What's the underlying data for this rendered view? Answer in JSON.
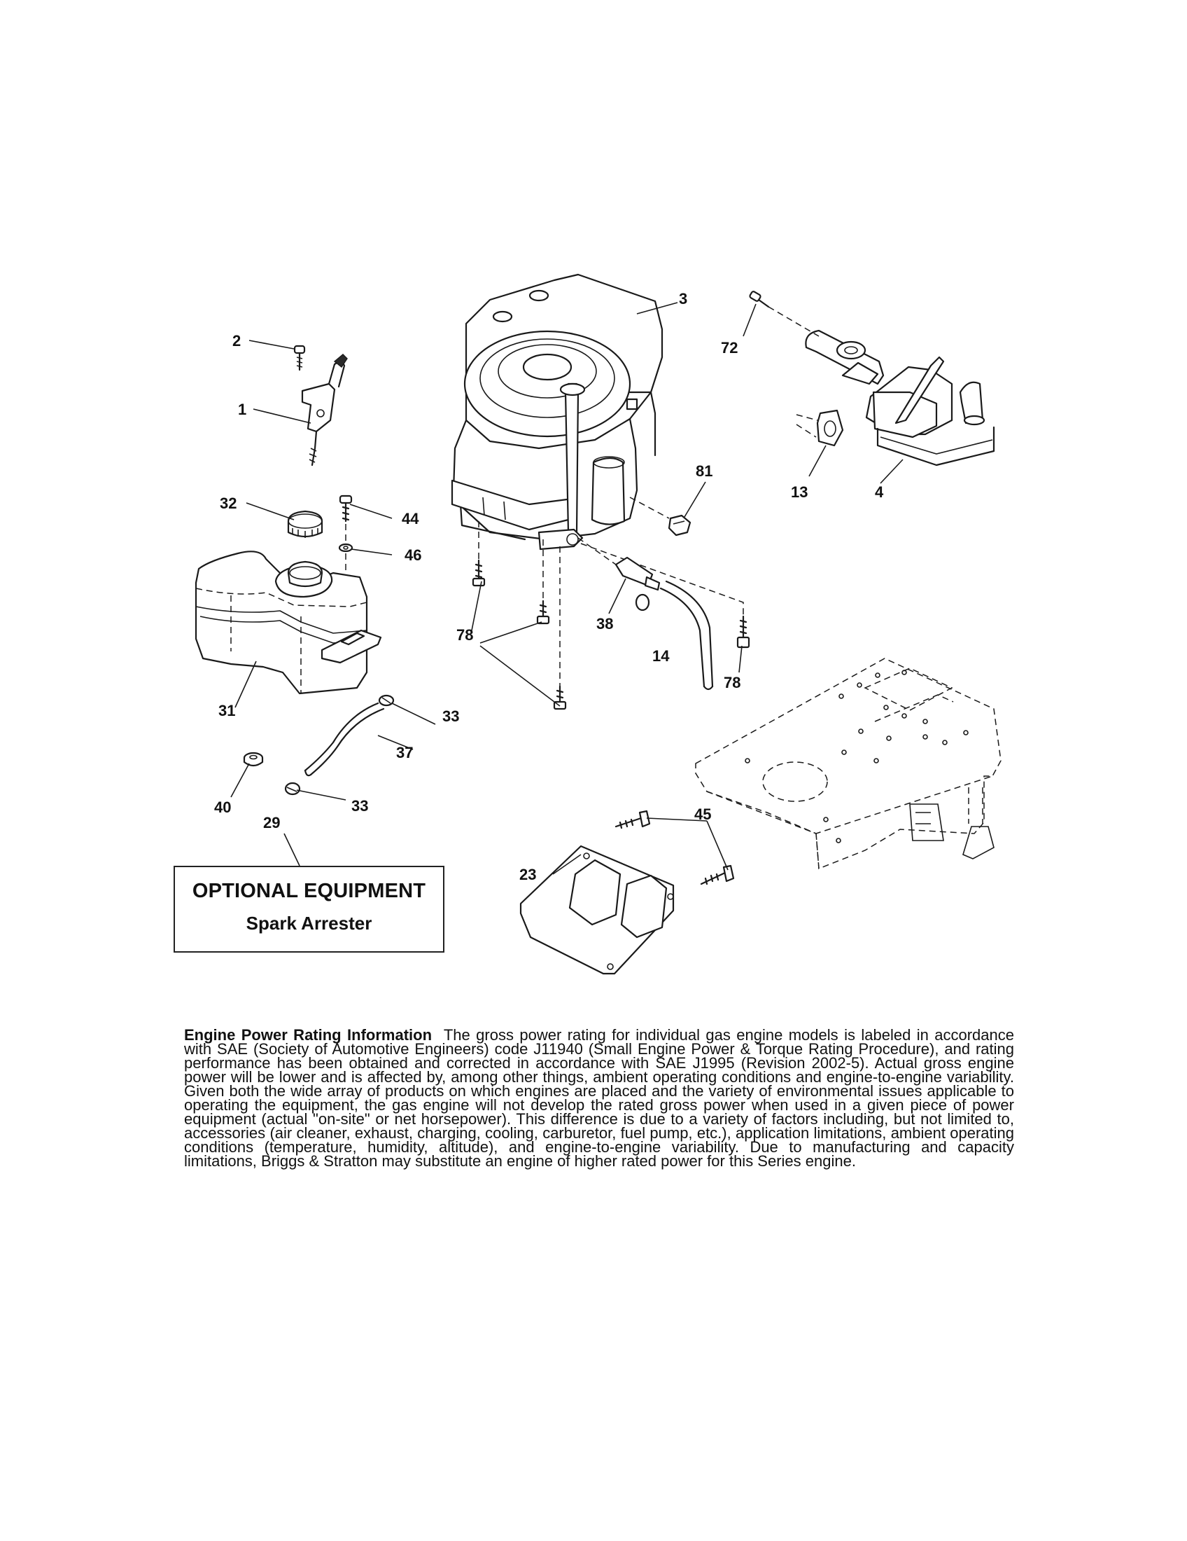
{
  "callouts": {
    "c1": "1",
    "c2": "2",
    "c3": "3",
    "c4": "4",
    "c13": "13",
    "c14": "14",
    "c23": "23",
    "c29": "29",
    "c31": "31",
    "c32": "32",
    "c33a": "33",
    "c33b": "33",
    "c37": "37",
    "c38": "38",
    "c40": "40",
    "c44": "44",
    "c45": "45",
    "c46": "46",
    "c72": "72",
    "c78a": "78",
    "c78b": "78",
    "c81": "81"
  },
  "optional_equipment": {
    "title": "OPTIONAL EQUIPMENT",
    "item": "Spark Arrester"
  },
  "rating_note": {
    "title": "Engine Power Rating Information",
    "body": "The gross power rating for individual gas engine models is labeled in accordance with SAE (Society of Automotive Engineers) code J11940 (Small Engine Power & Torque Rating Procedure), and rating performance has been obtained and corrected in accordance with SAE J1995 (Revision 2002-5). Actual gross engine power will be lower and is affected by, among other things, ambient operating conditions and engine-to-engine variability. Given both the wide array of products on which engines are placed and the variety of environmental issues applicable to operating the equipment, the gas engine will not develop the rated gross power when used in a given piece of power equipment (actual \"on-site\" or net horsepower). This difference is due to a variety of factors including, but not limited to, accessories (air cleaner, exhaust, charging, cooling, carburetor, fuel pump, etc.), application limitations, ambient operating conditions (temperature, humidity, altitude), and engine-to-engine variability. Due to manufacturing and capacity limitations, Briggs & Stratton may substitute an engine of higher rated power for this Series engine."
  }
}
